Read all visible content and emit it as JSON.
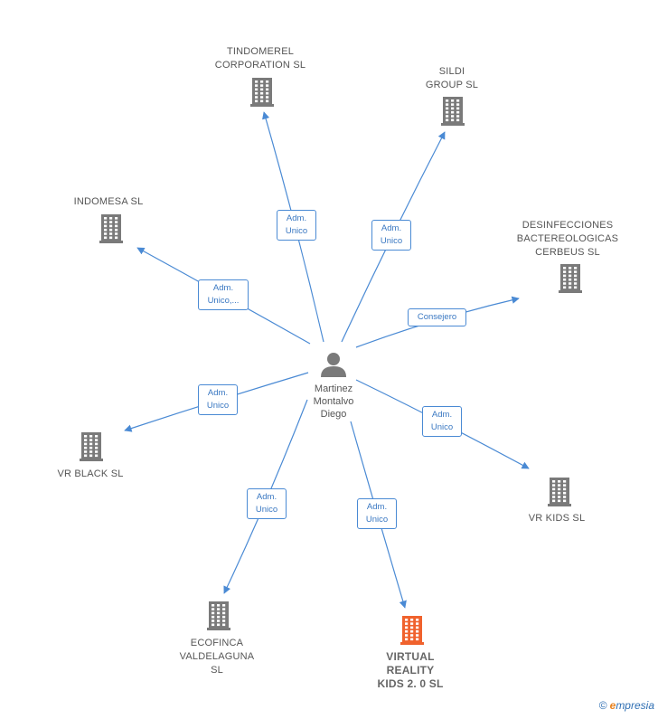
{
  "colors": {
    "edge": "#4a8ad4",
    "company_icon": "#7a7a7a",
    "company_icon_highlight": "#f0622d",
    "person_icon": "#7a7a7a"
  },
  "center": {
    "name": "Martinez\nMontalvo\nDiego",
    "icon": "person-icon"
  },
  "nodes": [
    {
      "id": "tindomerel",
      "name": "TINDOMEREL\nCORPORATION SL",
      "icon": "building-icon",
      "highlight": false
    },
    {
      "id": "sildi",
      "name": "SILDI\nGROUP  SL",
      "icon": "building-icon",
      "highlight": false
    },
    {
      "id": "indomesa",
      "name": "INDOMESA  SL",
      "icon": "building-icon",
      "highlight": false
    },
    {
      "id": "desinfecciones",
      "name": "DESINFECCIONES\nBACTEREOLOGICAS\nCERBEUS  SL",
      "icon": "building-icon",
      "highlight": false
    },
    {
      "id": "vrblack",
      "name": "VR BLACK  SL",
      "icon": "building-icon",
      "highlight": false
    },
    {
      "id": "vrkids",
      "name": "VR KIDS  SL",
      "icon": "building-icon",
      "highlight": false
    },
    {
      "id": "ecofinca",
      "name": "ECOFINCA\nVALDELAGUNA\nSL",
      "icon": "building-icon",
      "highlight": false
    },
    {
      "id": "virtualreality",
      "name": "VIRTUAL\nREALITY\nKIDS 2. 0  SL",
      "icon": "building-icon",
      "highlight": true
    }
  ],
  "edges": [
    {
      "to": "tindomerel",
      "label": "Adm.\nUnico"
    },
    {
      "to": "sildi",
      "label": "Adm.\nUnico"
    },
    {
      "to": "indomesa",
      "label": "Adm.\nUnico,..."
    },
    {
      "to": "desinfecciones",
      "label": "Consejero"
    },
    {
      "to": "vrblack",
      "label": "Adm.\nUnico"
    },
    {
      "to": "vrkids",
      "label": "Adm.\nUnico"
    },
    {
      "to": "ecofinca",
      "label": "Adm.\nUnico"
    },
    {
      "to": "virtualreality",
      "label": "Adm.\nUnico"
    }
  ],
  "footer": {
    "copyright": "©",
    "brand_initial": "e",
    "brand_rest": "mpresia"
  }
}
